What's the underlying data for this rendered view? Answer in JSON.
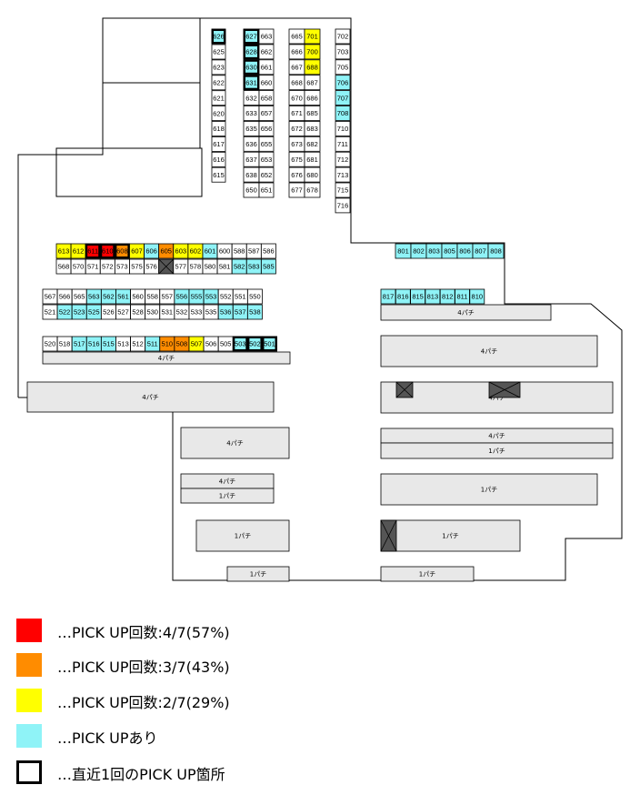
{
  "colors": {
    "rate57": "#ff0000",
    "rate43": "#ff8c00",
    "rate29": "#ffff00",
    "pickup": "#8ff3f7",
    "none": "#ffffff",
    "unit": "#e8e8e8",
    "x": "#555555"
  },
  "legend": [
    {
      "color": "#ff0000",
      "border": "none",
      "label": "…PICK UP回数:4/7(57%)"
    },
    {
      "color": "#ff8c00",
      "border": "none",
      "label": "…PICK UP回数:3/7(43%)"
    },
    {
      "color": "#ffff00",
      "border": "none",
      "label": "…PICK UP回数:2/7(29%)"
    },
    {
      "color": "#8ff3f7",
      "border": "none",
      "label": "…PICK UPあり"
    },
    {
      "color": "#ffffff",
      "border": "#000000",
      "label": "…直近1回のPICK UP箇所"
    }
  ],
  "rows": [
    {
      "cells": [
        [
          "626",
          "c",
          1
        ]
      ]
    },
    {
      "cells": [
        [
          "625",
          "",
          0
        ],
        [
          "623",
          "",
          0
        ],
        [
          "622",
          "",
          0
        ],
        [
          "621",
          "",
          0
        ],
        [
          "620",
          "",
          0
        ],
        [
          "618",
          "",
          0
        ],
        [
          "617",
          "",
          0
        ],
        [
          "616",
          "",
          0
        ],
        [
          "615",
          "",
          0
        ]
      ]
    },
    {
      "cells": [
        [
          "627",
          "c",
          1
        ],
        [
          "628",
          "c",
          1
        ],
        [
          "630",
          "c",
          1
        ],
        [
          "631",
          "c",
          1
        ],
        [
          "632",
          "",
          0
        ],
        [
          "633",
          "",
          0
        ],
        [
          "635",
          "",
          0
        ],
        [
          "636",
          "",
          0
        ],
        [
          "637",
          "",
          0
        ],
        [
          "638",
          "",
          0
        ],
        [
          "650",
          "",
          0
        ]
      ]
    },
    {
      "cells": [
        [
          "663",
          "",
          0
        ],
        [
          "662",
          "",
          0
        ],
        [
          "661",
          "",
          0
        ],
        [
          "660",
          "",
          0
        ],
        [
          "658",
          "",
          0
        ],
        [
          "657",
          "",
          0
        ],
        [
          "656",
          "",
          0
        ],
        [
          "655",
          "",
          0
        ],
        [
          "653",
          "",
          0
        ],
        [
          "652",
          "",
          0
        ],
        [
          "651",
          "",
          0
        ]
      ]
    },
    {
      "cells": [
        [
          "665",
          "",
          0
        ],
        [
          "666",
          "",
          0
        ],
        [
          "667",
          "",
          0
        ],
        [
          "668",
          "",
          0
        ],
        [
          "670",
          "",
          0
        ],
        [
          "671",
          "",
          0
        ],
        [
          "672",
          "",
          0
        ],
        [
          "673",
          "",
          0
        ],
        [
          "675",
          "",
          0
        ],
        [
          "676",
          "",
          0
        ],
        [
          "677",
          "",
          0
        ]
      ]
    },
    {
      "cells": [
        [
          "701",
          "y",
          0
        ],
        [
          "700",
          "y",
          0
        ],
        [
          "688",
          "y",
          0
        ],
        [
          "687",
          "",
          0
        ],
        [
          "686",
          "",
          0
        ],
        [
          "685",
          "",
          0
        ],
        [
          "683",
          "",
          0
        ],
        [
          "682",
          "",
          0
        ],
        [
          "681",
          "",
          0
        ],
        [
          "680",
          "",
          0
        ],
        [
          "678",
          "",
          0
        ]
      ]
    },
    {
      "cells": [
        [
          "702",
          "",
          0
        ],
        [
          "703",
          "",
          0
        ],
        [
          "705",
          "",
          0
        ],
        [
          "706",
          "c",
          0
        ],
        [
          "707",
          "c",
          0
        ],
        [
          "708",
          "c",
          0
        ],
        [
          "710",
          "",
          0
        ],
        [
          "711",
          "",
          0
        ],
        [
          "712",
          "",
          0
        ],
        [
          "713",
          "",
          0
        ],
        [
          "715",
          "",
          0
        ],
        [
          "716",
          "",
          0
        ]
      ]
    },
    {
      "cells": [
        [
          "613",
          "y",
          0
        ],
        [
          "612",
          "y",
          0
        ],
        [
          "611",
          "r",
          1
        ],
        [
          "610",
          "r",
          1
        ],
        [
          "608",
          "o",
          1
        ],
        [
          "607",
          "y",
          0
        ],
        [
          "606",
          "c",
          0
        ],
        [
          "605",
          "o",
          0
        ],
        [
          "603",
          "y",
          0
        ],
        [
          "602",
          "y",
          0
        ],
        [
          "601",
          "c",
          0
        ],
        [
          "600",
          "",
          0
        ],
        [
          "588",
          "",
          0
        ],
        [
          "587",
          "",
          0
        ],
        [
          "586",
          "",
          0
        ]
      ]
    },
    {
      "cells": [
        [
          "568",
          "",
          0
        ],
        [
          "570",
          "",
          0
        ],
        [
          "571",
          "",
          0
        ],
        [
          "572",
          "",
          0
        ],
        [
          "573",
          "",
          0
        ],
        [
          "575",
          "",
          0
        ],
        [
          "576",
          "",
          0
        ],
        [
          "",
          "x",
          0
        ],
        [
          "577",
          "",
          0
        ],
        [
          "578",
          "",
          0
        ],
        [
          "580",
          "",
          0
        ],
        [
          "581",
          "",
          0
        ],
        [
          "582",
          "c",
          0
        ],
        [
          "583",
          "c",
          0
        ],
        [
          "585",
          "c",
          0
        ]
      ]
    },
    {
      "cells": [
        [
          "567",
          "",
          0
        ],
        [
          "566",
          "",
          0
        ],
        [
          "565",
          "",
          0
        ],
        [
          "563",
          "c",
          0
        ],
        [
          "562",
          "c",
          0
        ],
        [
          "561",
          "c",
          0
        ],
        [
          "560",
          "",
          0
        ],
        [
          "558",
          "",
          0
        ],
        [
          "557",
          "",
          0
        ],
        [
          "556",
          "c",
          0
        ],
        [
          "555",
          "c",
          0
        ],
        [
          "553",
          "c",
          0
        ],
        [
          "552",
          "",
          0
        ],
        [
          "551",
          "",
          0
        ],
        [
          "550",
          "",
          0
        ]
      ]
    },
    {
      "cells": [
        [
          "521",
          "",
          0
        ],
        [
          "522",
          "c",
          0
        ],
        [
          "523",
          "c",
          0
        ],
        [
          "525",
          "c",
          0
        ],
        [
          "526",
          "",
          0
        ],
        [
          "527",
          "",
          0
        ],
        [
          "528",
          "",
          0
        ],
        [
          "530",
          "",
          0
        ],
        [
          "531",
          "",
          0
        ],
        [
          "532",
          "",
          0
        ],
        [
          "533",
          "",
          0
        ],
        [
          "535",
          "",
          0
        ],
        [
          "536",
          "c",
          0
        ],
        [
          "537",
          "c",
          0
        ],
        [
          "538",
          "c",
          0
        ]
      ]
    },
    {
      "cells": [
        [
          "520",
          "",
          0
        ],
        [
          "518",
          "",
          0
        ],
        [
          "517",
          "c",
          0
        ],
        [
          "516",
          "c",
          0
        ],
        [
          "515",
          "c",
          0
        ],
        [
          "513",
          "",
          0
        ],
        [
          "512",
          "",
          0
        ],
        [
          "511",
          "c",
          0
        ],
        [
          "510",
          "o",
          0
        ],
        [
          "508",
          "o",
          0
        ],
        [
          "507",
          "y",
          0
        ],
        [
          "506",
          "",
          0
        ],
        [
          "505",
          "",
          0
        ],
        [
          "503",
          "c",
          1
        ],
        [
          "502",
          "c",
          1
        ],
        [
          "501",
          "c",
          1
        ]
      ]
    },
    {
      "cells": [
        [
          "801",
          "c",
          0
        ],
        [
          "802",
          "c",
          0
        ],
        [
          "803",
          "c",
          0
        ],
        [
          "805",
          "c",
          0
        ],
        [
          "806",
          "c",
          0
        ],
        [
          "807",
          "c",
          0
        ],
        [
          "808",
          "c",
          0
        ]
      ]
    },
    {
      "cells": [
        [
          "817",
          "c",
          0
        ],
        [
          "816",
          "c",
          0
        ],
        [
          "815",
          "c",
          0
        ],
        [
          "813",
          "c",
          0
        ],
        [
          "812",
          "c",
          0
        ],
        [
          "811",
          "c",
          0
        ],
        [
          "810",
          "c",
          0
        ]
      ]
    }
  ],
  "blocks": [
    {
      "label": "4パチ"
    },
    {
      "label": "4パチ"
    },
    {
      "label": "4パチ"
    },
    {
      "label": "4パチ"
    },
    {
      "label": "4パチ"
    },
    {
      "label": "4パチ"
    },
    {
      "label": "4パチ"
    },
    {
      "label": "1パチ"
    },
    {
      "label": "4パチ"
    },
    {
      "label": "1パチ"
    },
    {
      "label": "1パチ"
    },
    {
      "label": "1パチ"
    },
    {
      "label": "1パチ"
    },
    {
      "label": "1パチ"
    },
    {
      "label": "1パチ"
    }
  ]
}
